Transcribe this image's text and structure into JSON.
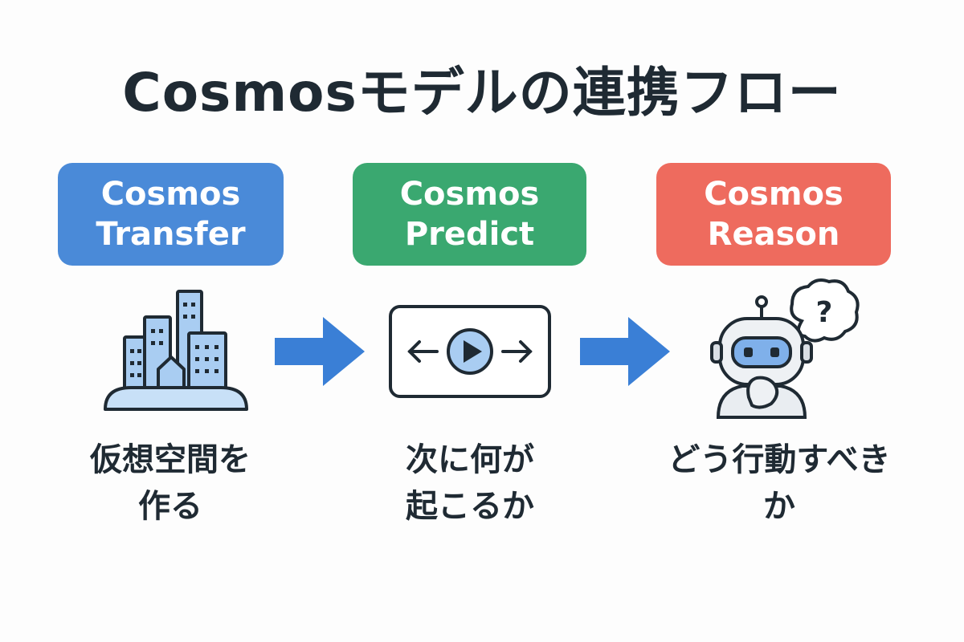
{
  "title": "Cosmosモデルの連携フロー",
  "steps": [
    {
      "badge_line1": "Cosmos",
      "badge_line2": "Transfer",
      "color": "#4a8ad8",
      "icon": "city-buildings-icon",
      "caption_line1": "仮想空間を",
      "caption_line2": "作る"
    },
    {
      "badge_line1": "Cosmos",
      "badge_line2": "Predict",
      "color": "#3aa870",
      "icon": "video-play-icon",
      "caption_line1": "次に何が",
      "caption_line2": "起こるか"
    },
    {
      "badge_line1": "Cosmos",
      "badge_line2": "Reason",
      "color": "#ee6b5e",
      "icon": "thinking-robot-icon",
      "caption_line1": "どう行動すべき",
      "caption_line2": "か"
    }
  ],
  "arrow_color": "#3a7fd6",
  "robot_thought_symbol": "?"
}
